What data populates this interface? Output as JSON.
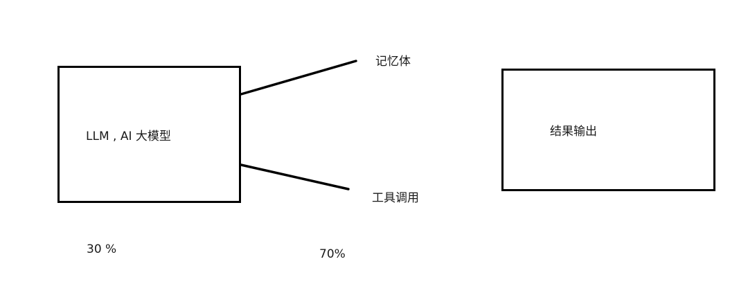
{
  "diagram": {
    "main_box_label": "LLM , AI 大模型",
    "branch_top_label": "记忆体",
    "branch_bottom_label": "工具调用",
    "output_box_label": "结果输出",
    "left_percent": "30 %",
    "right_percent": "70%"
  },
  "colors": {
    "stroke": "#000000",
    "background": "#ffffff",
    "text": "#1a1a1a"
  }
}
